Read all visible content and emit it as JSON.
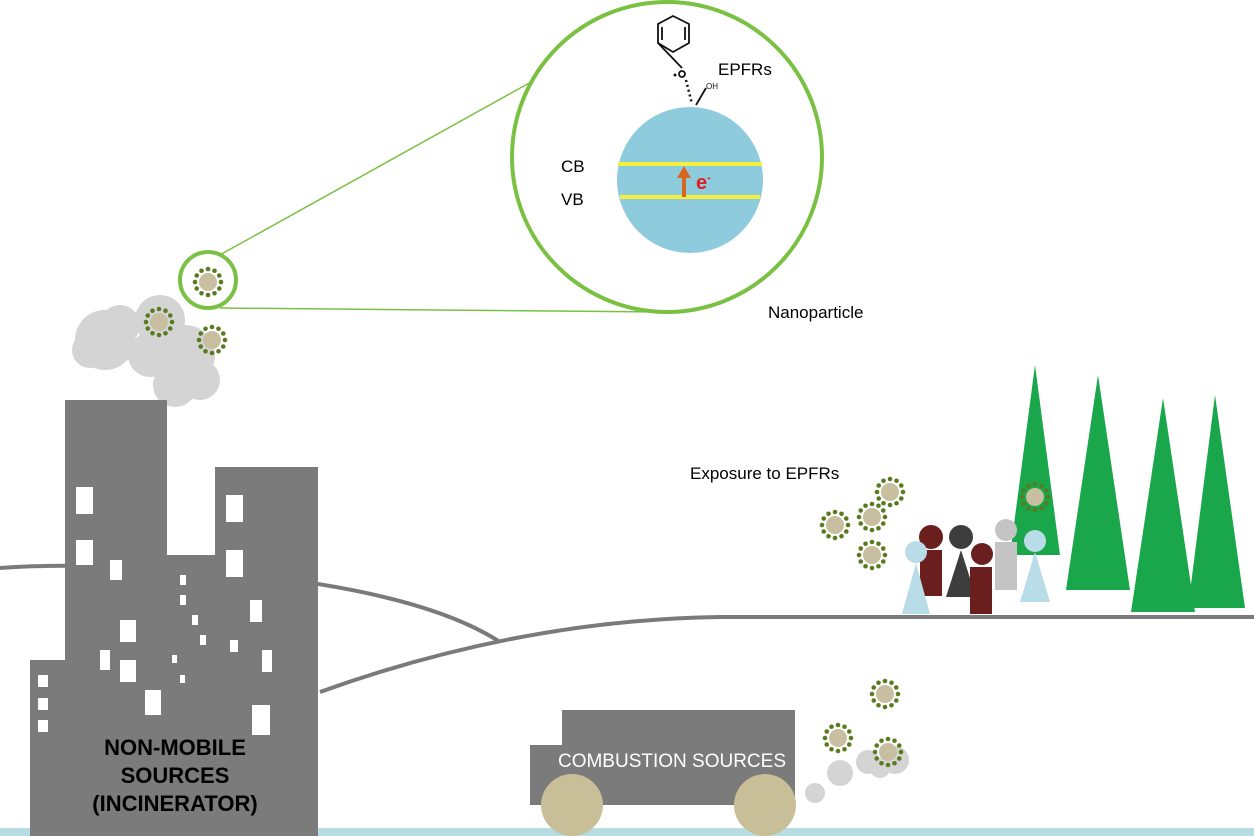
{
  "labels": {
    "epfrs": "EPFRs",
    "oh": "OH",
    "cb": "CB",
    "vb": "VB",
    "electron": "e",
    "electron_sup": "-",
    "nanoparticle": "Nanoparticle",
    "exposure": "Exposure to EPFRs",
    "non_mobile_1": "NON-MOBILE",
    "non_mobile_2": "SOURCES",
    "non_mobile_3": "(INCINERATOR)",
    "combustion": "COMBUSTION SOURCES"
  },
  "colors": {
    "building": "#7b7b7b",
    "zoom_ring": "#7ac143",
    "nanoparticle": "#8ecbdc",
    "band": "#f4f03c",
    "arrow": "#d9661f",
    "electron": "#e02020",
    "tree": "#1aa64b",
    "particle_core": "#c8bfa0",
    "particle_dots": "#5a7a1e",
    "smoke": "#d4d4d4",
    "wheel": "#c8bf99",
    "ground_strip": "#b7dde3",
    "person_dark_red": "#6b1e1e",
    "person_charcoal": "#3d3d3d",
    "person_light_blue": "#b8dde8",
    "person_gray": "#c4c4c4"
  }
}
